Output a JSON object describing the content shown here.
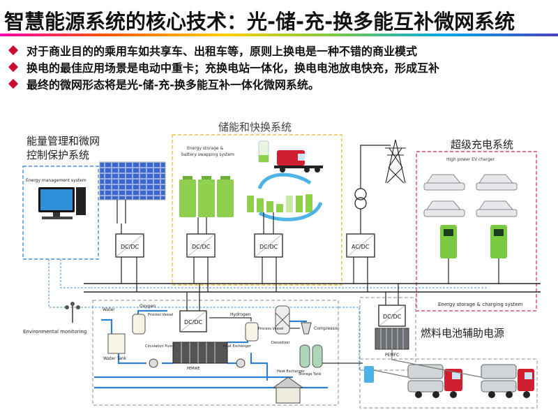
{
  "title": "智慧能源系统的核心技术：光-储-充-换多能互补微网系统",
  "bullets": [
    "对于商业目的的乘用车如共享车、出租车等，原则上换电是一种不错的商业模式",
    "换电的最佳应用场景是电动中重卡；充换电站一体化，换电电池放电快充，形成互补",
    "最终的微网形态将是光-储-充-换多能互补一体化微网系统。"
  ],
  "regions": {
    "ems_title_1": "能量管理和微网",
    "ems_title_2": "控制保护系统",
    "ems_monitor_label": "Energy management system",
    "storage_title": "储能和快换系统",
    "storage_sub_1": "Energy storage &",
    "storage_sub_2": "battery swapping system",
    "charger_title": "超级充电系统",
    "charger_sub": "High power EV charger",
    "charging_bus_label": "Energy storage & charging system",
    "fuelcell_title": "燃料电池辅助电源",
    "env_label": "Environmental monitoring"
  },
  "converters": {
    "dcdc": "DC/DC",
    "acdc": "AC/DC"
  },
  "fuelcell_labels": {
    "water": "Water",
    "oxygen": "Oxygen",
    "process_vessel": "Process Vessel",
    "water_tank": "Water Tank",
    "circulation_pump": "Circulation Pump",
    "pem": "PEMWE",
    "hydrogen": "Hydrogen",
    "heat_exchanger": "Heat Exchanger",
    "process_vessel_2": "Process Vessel",
    "compressor": "Compressor",
    "deoxidizer": "Deoxidizer",
    "storage_tank": "Storage Tank",
    "heat_exchanger_2": "Heat Exchanger",
    "pemfc": "PEMFC"
  },
  "colors": {
    "title_red": "#c8102e",
    "dash_blue": "#4a90d9",
    "dash_yellow": "#e8c24a",
    "dash_pink": "#d9486a",
    "dash_gray": "#9aa0a6",
    "battery_green": "#8fd14f",
    "charger_green": "#7ac943",
    "truck_red": "#d02030",
    "pipe_blue": "#2f7fd6",
    "panel_blue": "#2b4fb3"
  }
}
